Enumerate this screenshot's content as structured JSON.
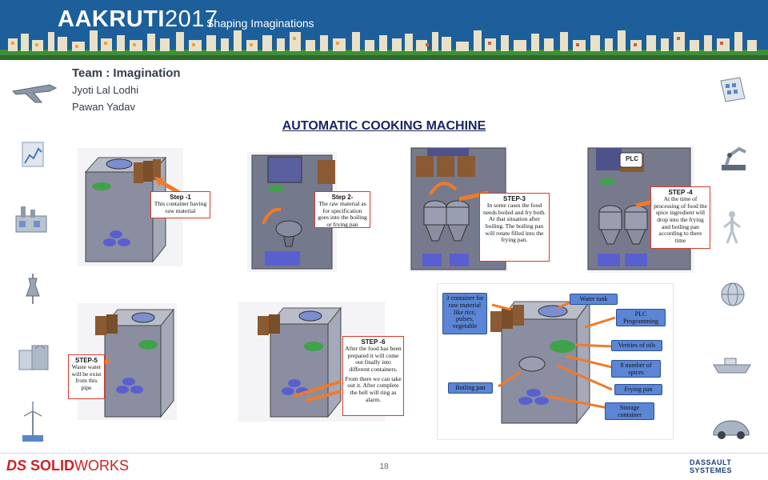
{
  "header": {
    "brand": "AAKRUTI",
    "year": "2017",
    "tagline": "Shaping Imaginations"
  },
  "team": {
    "title": "Team : Imagination",
    "members": [
      "Jyoti Lal Lodhi",
      "Pawan Yadav"
    ]
  },
  "slide": {
    "title": "AUTOMATIC COOKING MACHINE"
  },
  "steps": {
    "step1": {
      "title": "Step -1",
      "text": "This container having raw material"
    },
    "step2": {
      "title": "Step 2-",
      "text": "The raw material as for specification goes into the boiling or frying pan"
    },
    "step3": {
      "title": "STEP-3",
      "text": "In some cases the food needs boiled and fry both. At that situation after boiling. The boiling pan will rotate filled into the frying pan."
    },
    "step4": {
      "title": "STEP -4",
      "text": "At the time of processing of food the spice ingredient will drop into the frying and boiling pan according to there time"
    },
    "step5": {
      "title": "STEP-5",
      "text": "Waste water will be exist from this pipe"
    },
    "step6": {
      "title": "STEP -6",
      "text1": "After the food has been prepared it will come out finally into different containers.",
      "text2": "From there we can take out it. After complete the bell will ring as alarm."
    },
    "plc_label": "PLC"
  },
  "labels": {
    "containers": "3 container for raw material like rice, pulses, vegetable",
    "water_tank": "Water tank",
    "plc": "PLC Programming",
    "oils": "Verities of oils",
    "spices": "8 number of spices",
    "boiling_pan": "Boiling pan",
    "frying_pan": "Frying pan",
    "storage": "Storage container"
  },
  "footer": {
    "sw_ds": "DS",
    "sw_solid": "SOLID",
    "sw_works": "WORKS",
    "page_number": "18",
    "ds_line1": "DASSAULT",
    "ds_line2": "SYSTEMES"
  },
  "colors": {
    "banner": "#1c5f9a",
    "title": "#1a2660",
    "callout_border": "#d83a2a",
    "label_box": "#5b86d6",
    "arrow": "#f07a2a",
    "solidworks_red": "#d32025",
    "dassault_blue": "#1a3f7a"
  },
  "icons": [
    "jet-icon",
    "chart-icon",
    "factory-icon",
    "dress-icon",
    "shopping-bag-icon",
    "wind-turbine-icon",
    "blueprint-icon",
    "robot-arm-icon",
    "human-figure-icon",
    "globe-icon",
    "ship-icon",
    "car-icon"
  ]
}
